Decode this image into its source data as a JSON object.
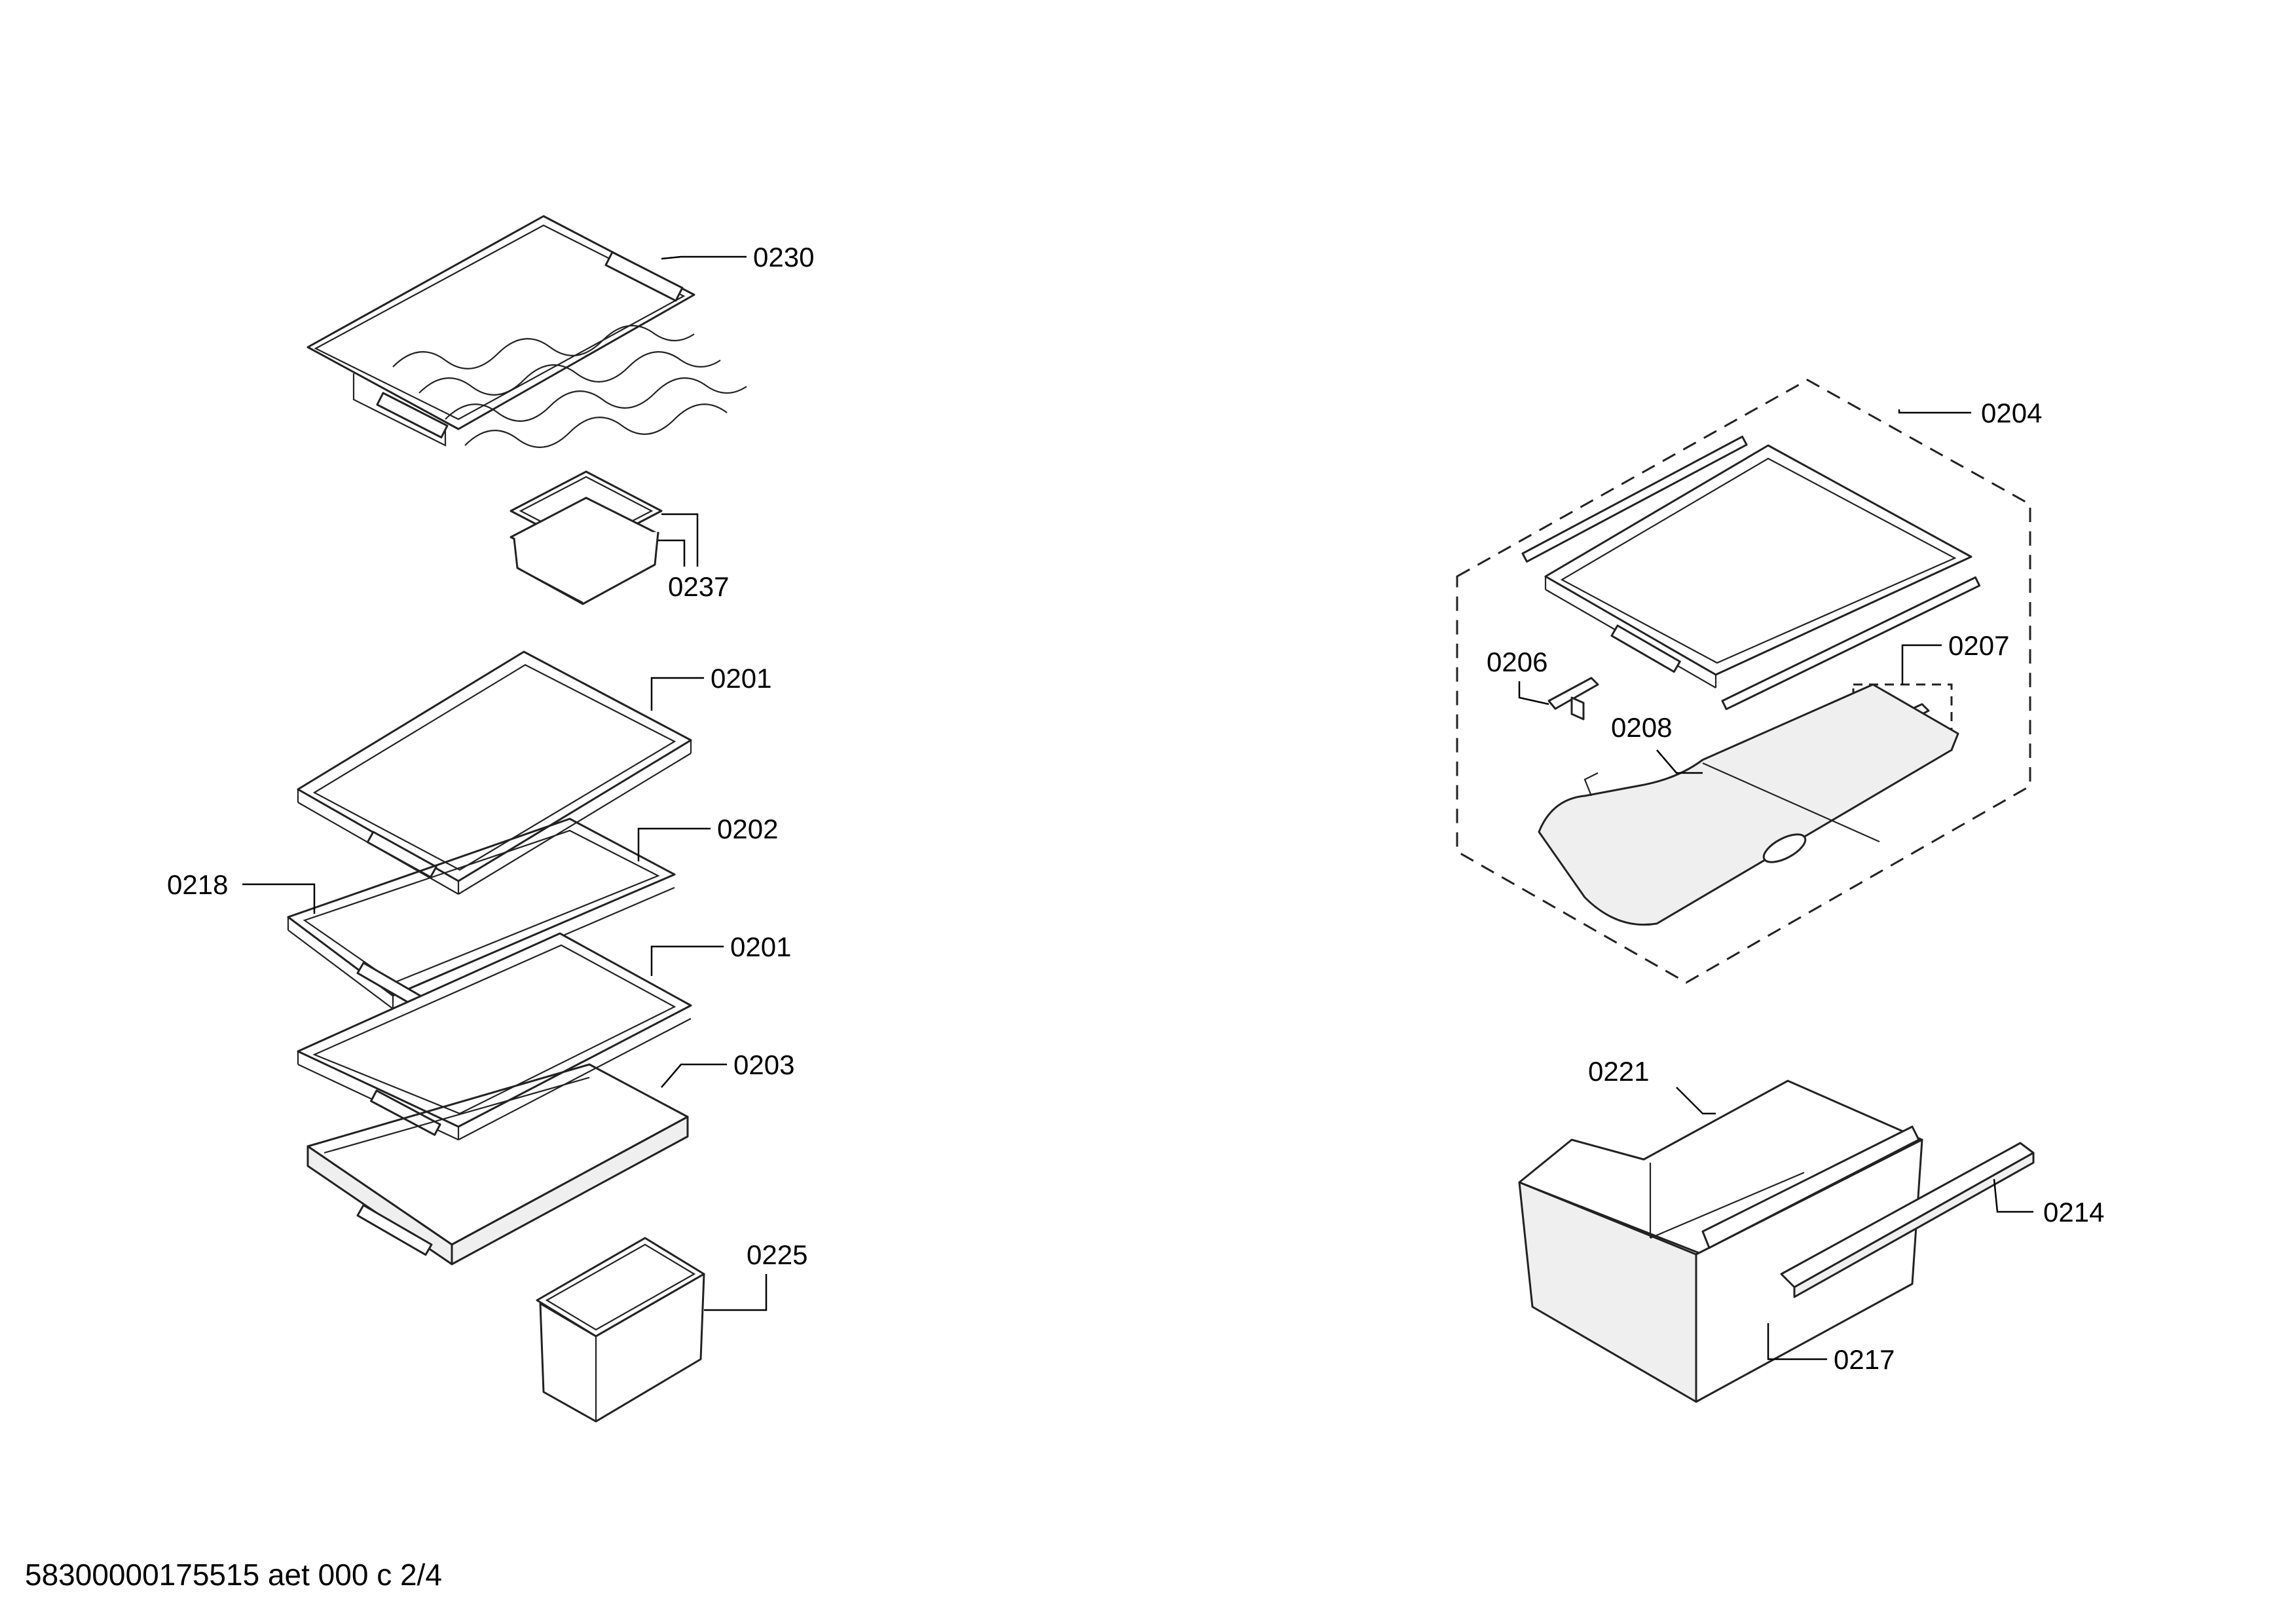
{
  "labels": {
    "p0230": "0230",
    "p0237": "0237",
    "p0201a": "0201",
    "p0202": "0202",
    "p0218": "0218",
    "p0201b": "0201",
    "p0203": "0203",
    "p0225": "0225",
    "p0204": "0204",
    "p0206": "0206",
    "p0207": "0207",
    "p0208": "0208",
    "p0221": "0221",
    "p0214": "0214",
    "p0217": "0217"
  },
  "footer": {
    "doc_id": "58300000175515 aet 000 c 2/4"
  }
}
